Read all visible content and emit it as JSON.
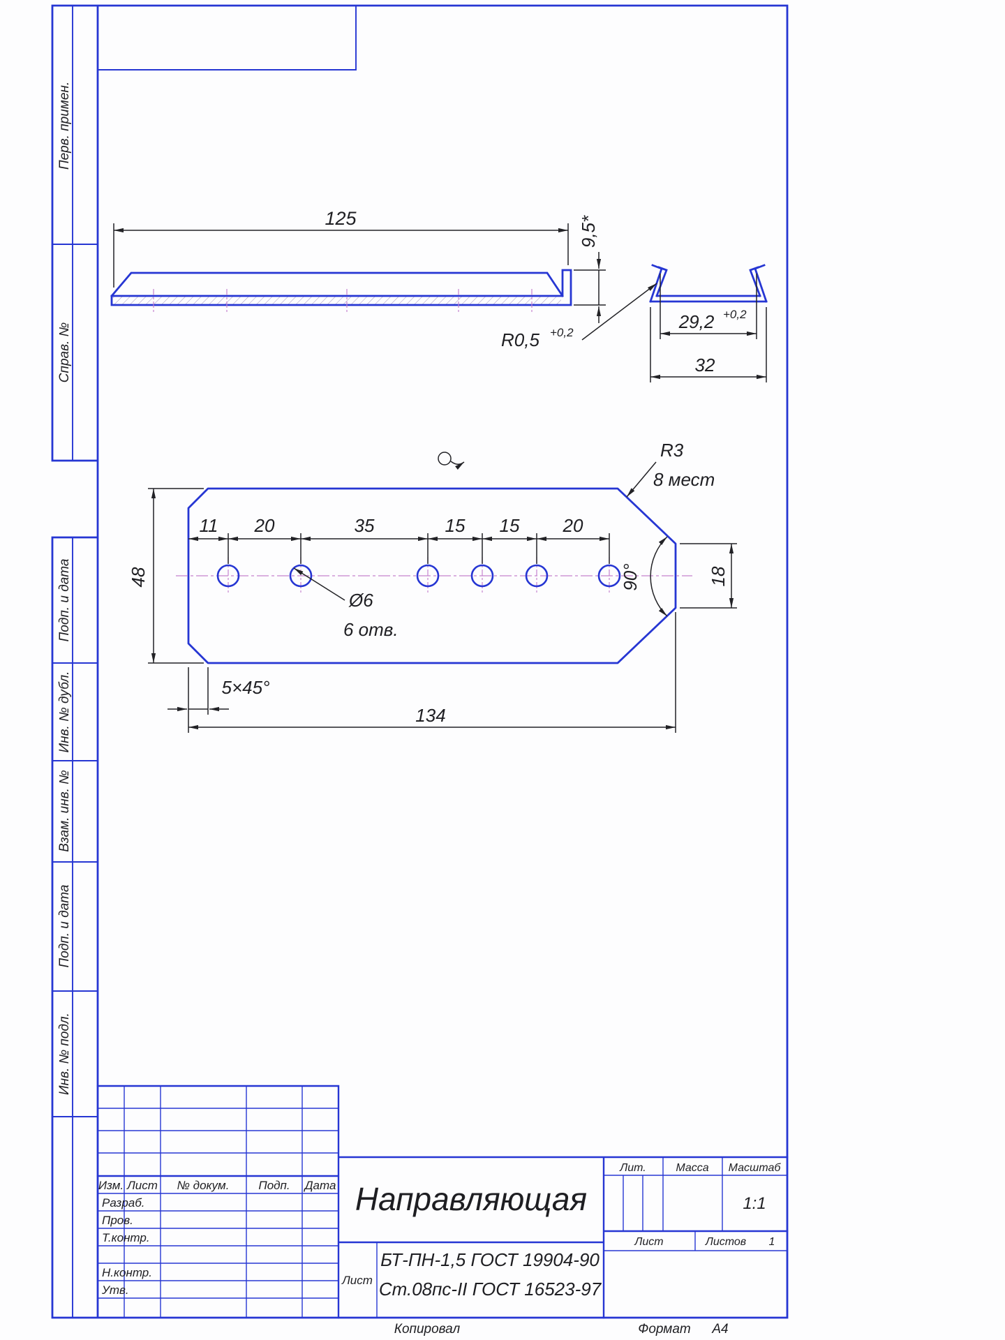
{
  "sheet": {
    "copied": "Копировал",
    "format_label": "Формат",
    "format_value": "А4"
  },
  "margin_labels": {
    "perv_primen": "Перв. примен.",
    "sprav_no": "Справ. №",
    "podp_i_data_top": "Подп. и дата",
    "inv_no_dubl": "Инв. № дубл.",
    "vzam_inv_no": "Взам. инв. №",
    "podp_i_data_bottom": "Подп. и дата",
    "inv_no_podl": "Инв. № подл."
  },
  "title_block": {
    "part_name": "Направляющая",
    "material_line_1": "БТ-ПН-1,5 ГОСТ 19904-90",
    "material_line_2": "Ст.08пс-II ГОСТ 16523-97",
    "header_cols": {
      "izm": "Изм.",
      "list": "Лист",
      "dokum": "№ докум.",
      "podp": "Подп.",
      "data": "Дата"
    },
    "rows": {
      "razrab": "Разраб.",
      "prov": "Пров.",
      "tkontr": "Т.контр.",
      "nkontr": "Н.контр.",
      "utv": "Утв."
    },
    "lit_label": "Лит.",
    "massa_label": "Масса",
    "masshtab_label": "Масштаб",
    "scale_value": "1:1",
    "list_label": "Лист",
    "listov_label": "Листов",
    "listov_value": "1",
    "list_cell": "Лист"
  },
  "dims": {
    "length_formed": "125",
    "flange_height": "9,5*",
    "bend_radius": "R0,5",
    "bend_radius_tol": "+0,2",
    "inner_width": "29,2",
    "inner_width_tol": "+0,2",
    "outer_width": "32",
    "blank_width": "48",
    "pitch_11": "11",
    "pitch_20_left": "20",
    "pitch_35": "35",
    "pitch_15_left": "15",
    "pitch_15_right": "15",
    "pitch_20_right": "20",
    "hole_diameter": "Ø6",
    "hole_count": "6 отв.",
    "tip_angle": "90°",
    "tip_height": "18",
    "corner_radius": "R3",
    "corner_count": "8 мест",
    "chamfer": "5×45°",
    "blank_length": "134"
  }
}
